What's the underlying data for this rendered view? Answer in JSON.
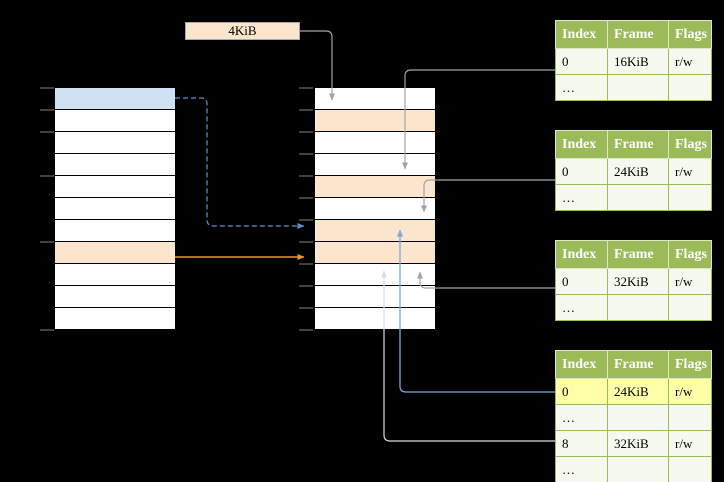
{
  "size_label": {
    "text": "4KiB"
  },
  "left_stack": {
    "rows": [
      "blue",
      "white",
      "white",
      "white",
      "white",
      "white",
      "white",
      "peach",
      "white",
      "white",
      "white"
    ]
  },
  "middle_stack": {
    "rows": [
      "white",
      "peach",
      "white",
      "white",
      "peach",
      "white",
      "peach",
      "peach",
      "white",
      "white",
      "white"
    ]
  },
  "tables": [
    {
      "headers": [
        "Index",
        "Frame",
        "Flags"
      ],
      "rows": [
        {
          "cells": [
            "0",
            "16KiB",
            "r/w"
          ]
        },
        {
          "cells": [
            "…",
            "",
            ""
          ]
        }
      ]
    },
    {
      "headers": [
        "Index",
        "Frame",
        "Flags"
      ],
      "rows": [
        {
          "cells": [
            "0",
            "24KiB",
            "r/w"
          ]
        },
        {
          "cells": [
            "…",
            "",
            ""
          ]
        }
      ]
    },
    {
      "headers": [
        "Index",
        "Frame",
        "Flags"
      ],
      "rows": [
        {
          "cells": [
            "0",
            "32KiB",
            "r/w"
          ]
        },
        {
          "cells": [
            "…",
            "",
            ""
          ]
        }
      ]
    },
    {
      "headers": [
        "Index",
        "Frame",
        "Flags"
      ],
      "rows": [
        {
          "cells": [
            "0",
            "24KiB",
            "r/w"
          ],
          "highlight": [
            true,
            true,
            true
          ]
        },
        {
          "cells": [
            "…",
            "",
            ""
          ]
        },
        {
          "cells": [
            "8",
            "32KiB",
            "r/w"
          ]
        },
        {
          "cells": [
            "…",
            "",
            ""
          ]
        }
      ]
    }
  ],
  "colors": {
    "background": "#000000",
    "row_white": "#ffffff",
    "row_blue": "#cfe2f3",
    "row_peach": "#fce5cd",
    "table_header": "#9bbb59",
    "table_cell": "#f6faee",
    "highlight": "#ffffa8",
    "arrow_gray": "#a3a3a3",
    "arrow_blue": "#7aa9d8",
    "arrow_dashed_blue": "#5b8fc9",
    "arrow_orange": "#e8982f",
    "arrow_white": "#dddddd"
  }
}
